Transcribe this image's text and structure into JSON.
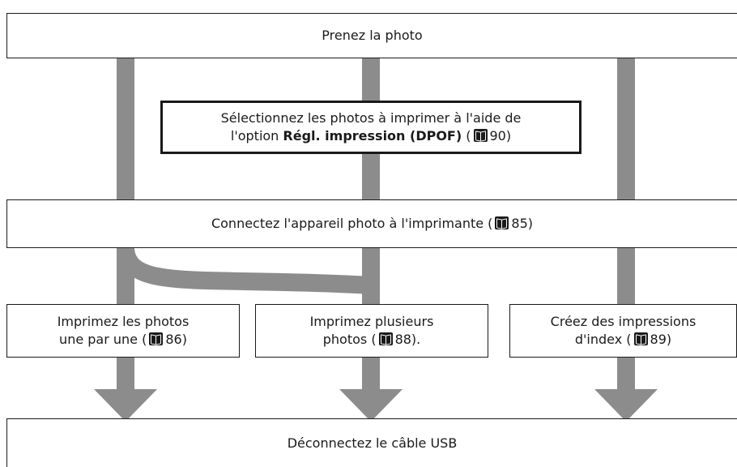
{
  "top_box": {
    "text": "Prenez la photo"
  },
  "dpof_box": {
    "line1": "Sélectionnez les photos à imprimer à l'aide de",
    "line2_prefix": "l'option ",
    "line2_bold": "Régl. impression (DPOF)",
    "line2_open": " (",
    "line2_page": "90",
    "line2_close": ")"
  },
  "connect_box": {
    "text": "Connectez l'appareil photo à l'imprimante (",
    "page": "85",
    "close": ")"
  },
  "option_one": {
    "line1": "Imprimez les photos",
    "line2": "une par une (",
    "page": "86",
    "close": ")"
  },
  "option_multi": {
    "line1": "Imprimez plusieurs",
    "line2": "photos (",
    "page": "88",
    "close": ")."
  },
  "option_index": {
    "line1": "Créez des impressions",
    "line2": "d'index (",
    "page": "89",
    "close": ")"
  },
  "bottom_box": {
    "text": "Déconnectez le câble USB"
  },
  "colors": {
    "arrow": "#8c8c8c",
    "border": "#1a1a1a"
  },
  "icons": {
    "page_reference": "book-icon"
  }
}
